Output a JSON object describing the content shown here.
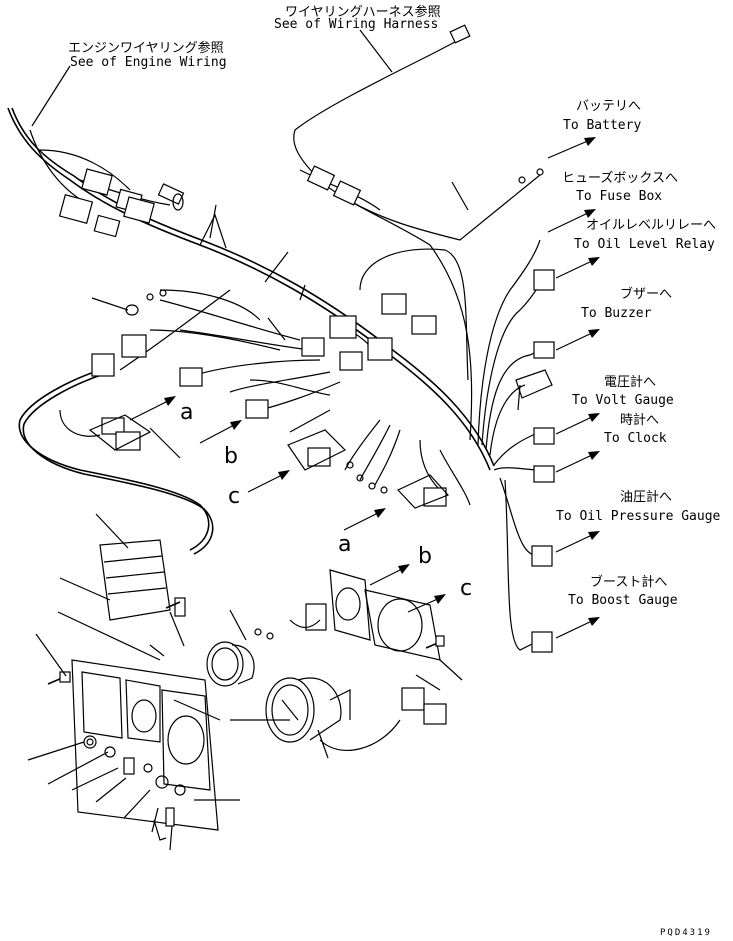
{
  "labels": {
    "wiring_harness_jp": "ワイヤリングハーネス参照",
    "wiring_harness_en": "See of Wiring Harness",
    "engine_wiring_jp": "エンジンワイヤリング参照",
    "engine_wiring_en": "See of Engine Wiring",
    "battery_jp": "バッテリへ",
    "battery_en": "To Battery",
    "fuse_box_jp": "ヒューズボックスへ",
    "fuse_box_en": "To Fuse Box",
    "oil_level_jp": "オイルレベルリレーへ",
    "oil_level_en": "To Oil Level Relay",
    "buzzer_jp": "ブザーへ",
    "buzzer_en": "To Buzzer",
    "volt_jp": "電圧計へ",
    "volt_en": "To Volt Gauge",
    "clock_jp": "時計へ",
    "clock_en": "To Clock",
    "oil_pressure_jp": "油圧計へ",
    "oil_pressure_en": "To Oil Pressure Gauge",
    "boost_jp": "ブースト計へ",
    "boost_en": "To Boost Gauge"
  },
  "refs": {
    "a1": "a",
    "b1": "b",
    "c1": "c",
    "a2": "a",
    "b2": "b",
    "c2": "c"
  },
  "drawing_code": "PQD4319"
}
